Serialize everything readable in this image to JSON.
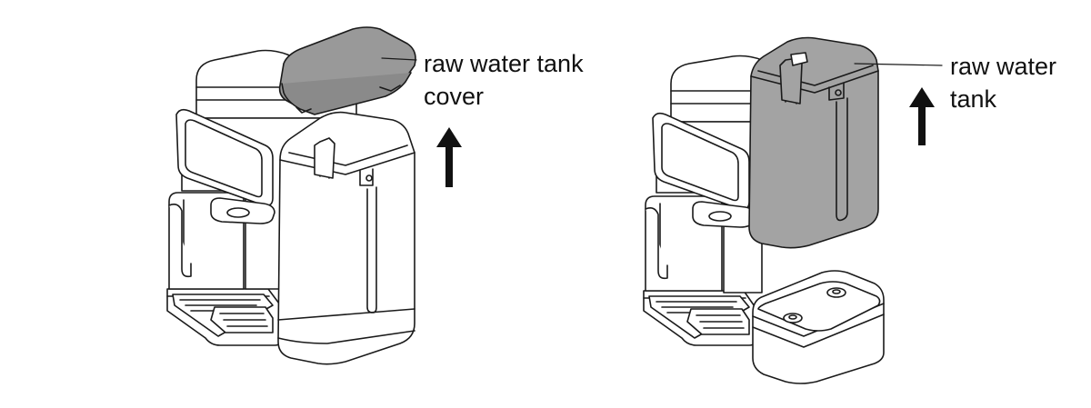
{
  "figure_left": {
    "callout_lines": [
      "raw water tank",
      "cover"
    ],
    "arrow_direction": "up"
  },
  "figure_right": {
    "callout_lines": [
      "raw water",
      "tank"
    ],
    "arrow_direction": "up"
  },
  "colors": {
    "line": "#1a1a1a",
    "highlight_fill": "#999999",
    "highlight_fill_alt": "#a3a3a3",
    "background": "#ffffff"
  }
}
